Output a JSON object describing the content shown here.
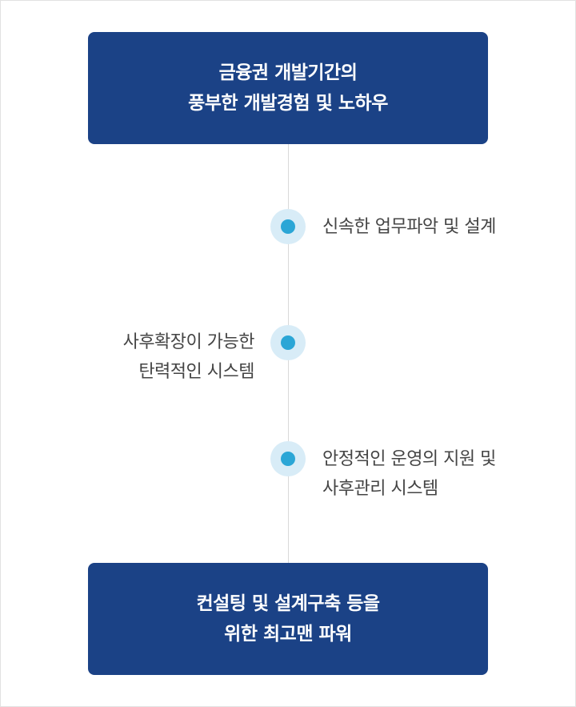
{
  "top_box": {
    "line1": "금융권 개발기간의",
    "line2": "풍부한 개발경험 및 노하우"
  },
  "points": [
    {
      "side": "right",
      "lines": [
        "신속한 업무파악 및 설계"
      ]
    },
    {
      "side": "left",
      "lines": [
        "사후확장이 가능한",
        "탄력적인 시스템"
      ]
    },
    {
      "side": "right",
      "lines": [
        "안정적인 운영의 지원 및",
        "사후관리 시스템"
      ]
    }
  ],
  "bottom_box": {
    "line1": "컨설팅 및 설계구축 등을",
    "line2": "위한 최고맨 파워"
  },
  "colors": {
    "box_bg": "#1b4286",
    "node_outer": "#d8ecf7",
    "node_dot": "#2ba6d6",
    "label_text": "#444444",
    "connector": "#d9d9d9"
  }
}
